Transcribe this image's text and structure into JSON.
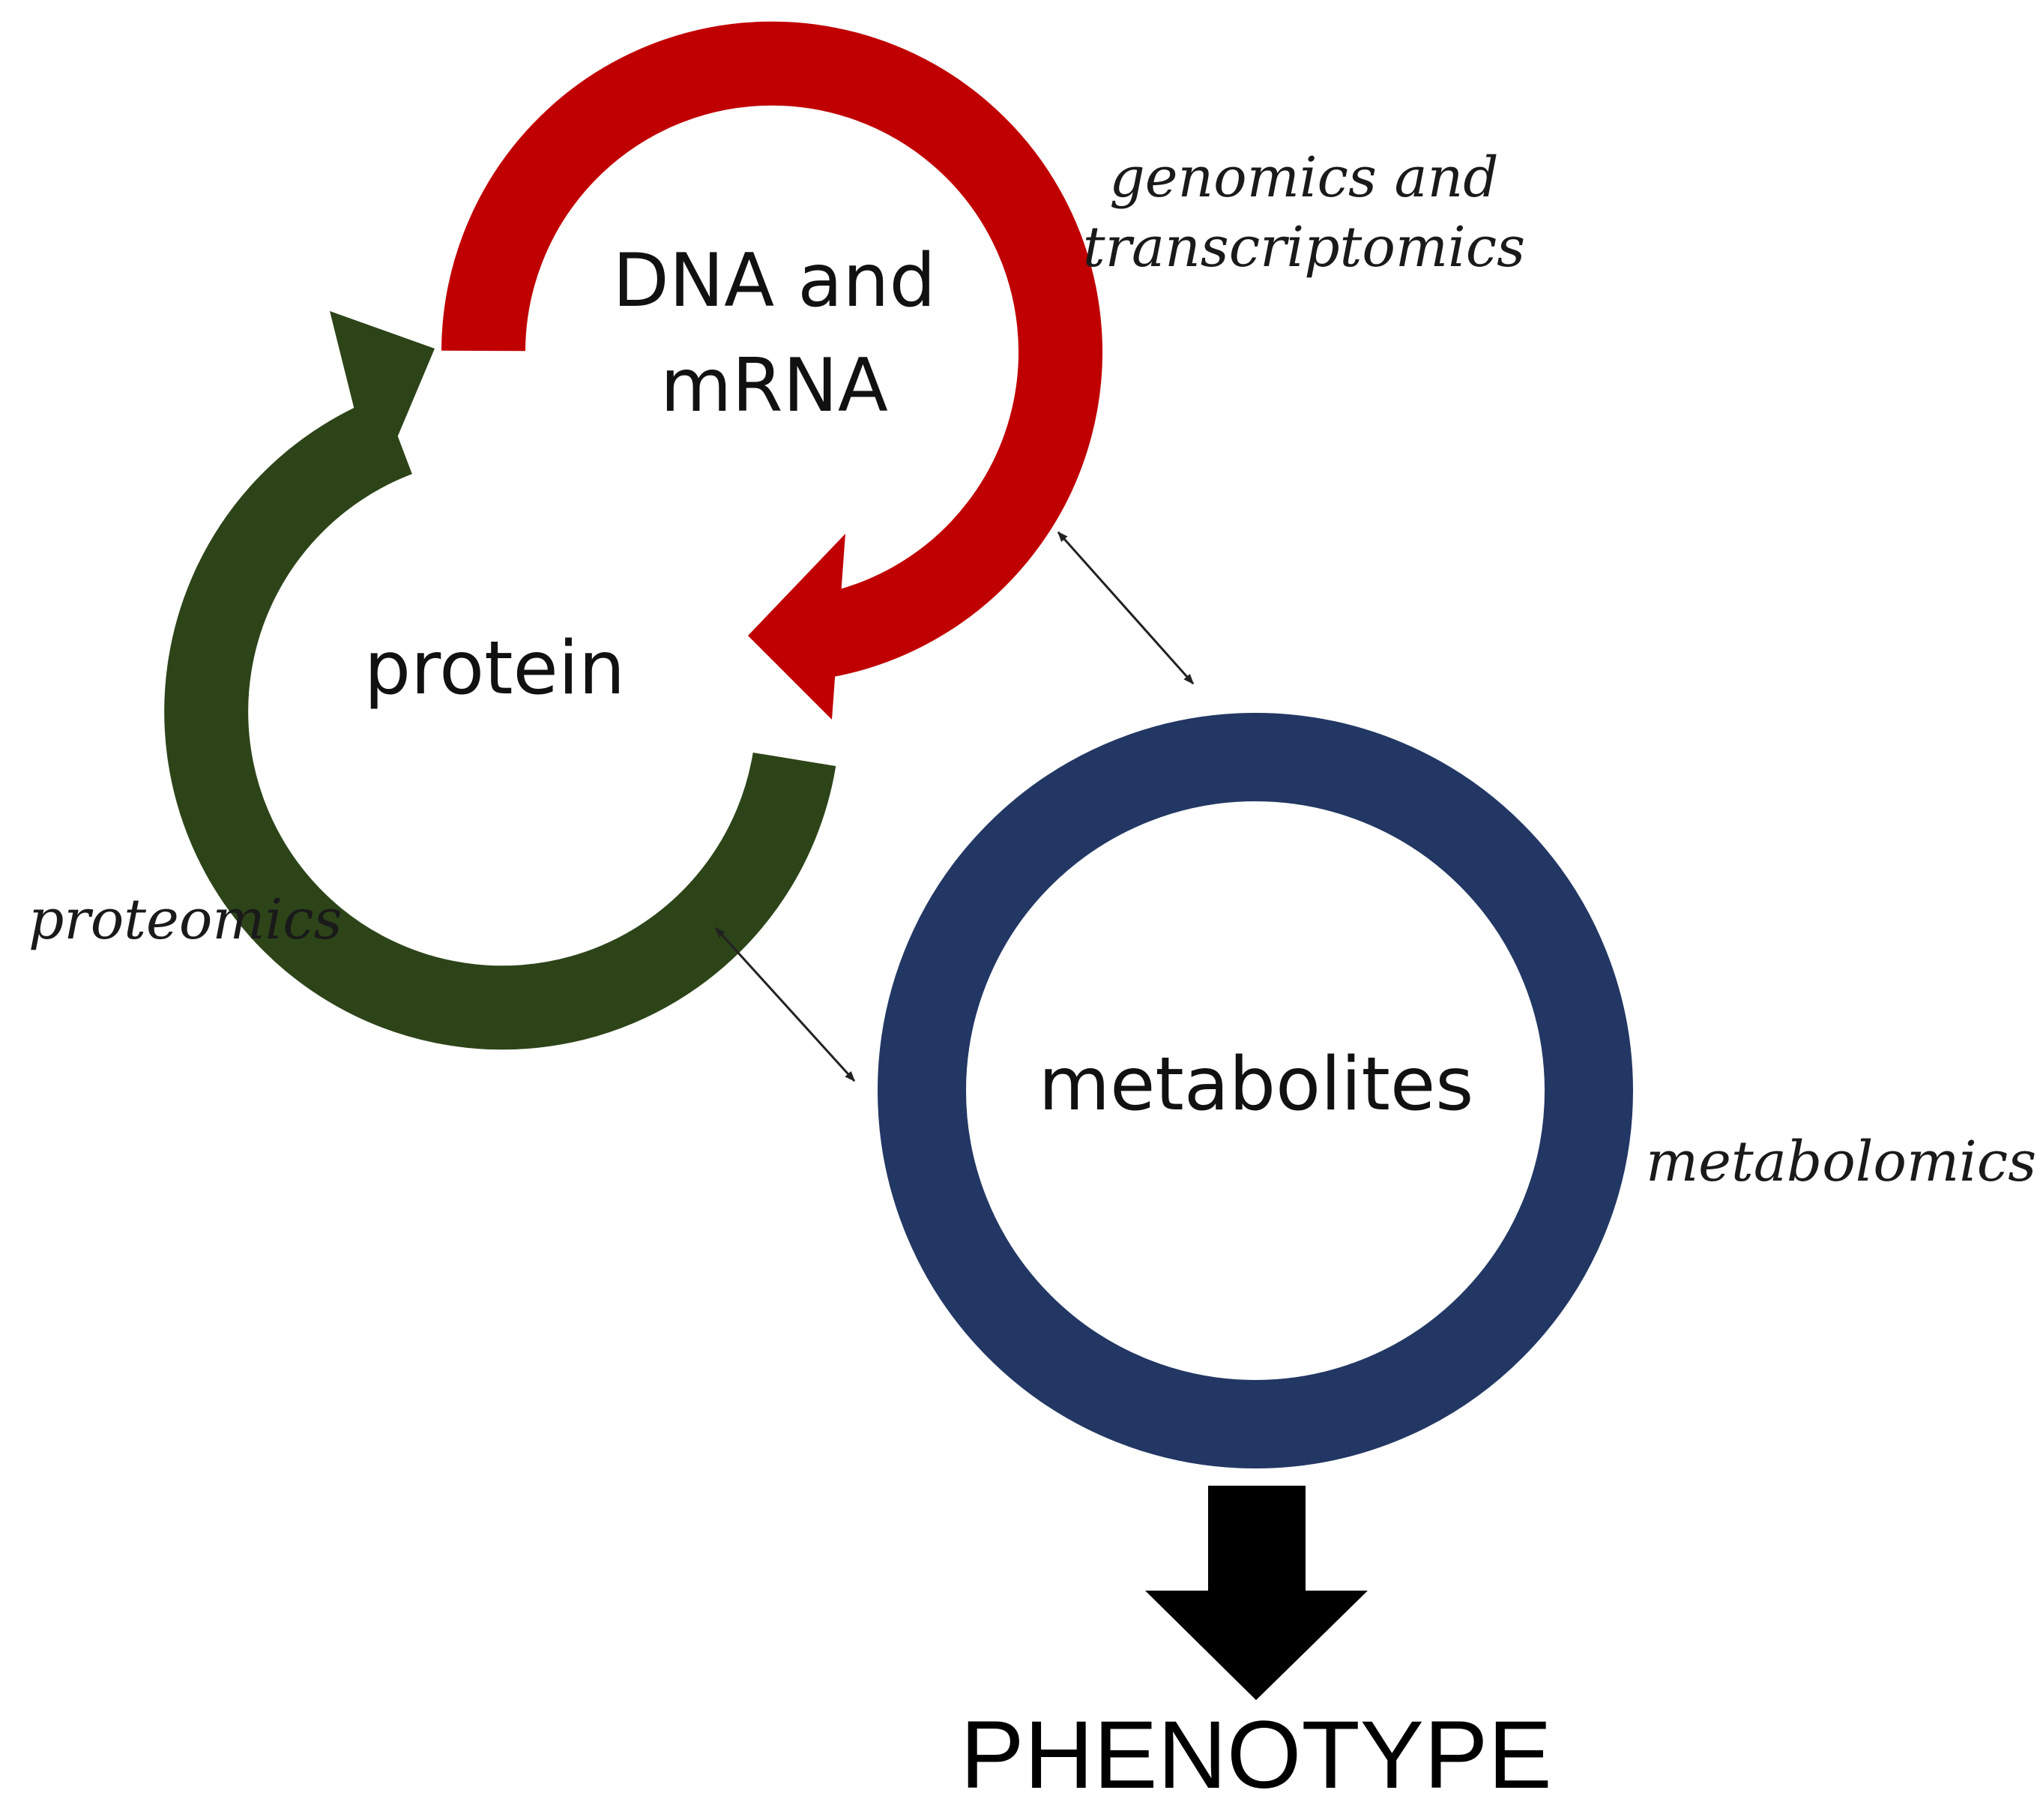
{
  "nodes": {
    "dna_line1": "DNA and",
    "dna_line2": "mRNA",
    "protein": "protein",
    "metabolites": "metabolites"
  },
  "omics": {
    "genomics_line1": "genomics and",
    "genomics_line2": "transcriptomics",
    "proteomics": "proteomics",
    "metabolomics": "metabolomics"
  },
  "outcome": {
    "phenotype": "PHENOTYPE"
  },
  "colors": {
    "dna_arrow": "#C00000",
    "protein_arrow": "#2D4419",
    "metabolite_ring": "#223763",
    "phenotype_arrow": "#000000",
    "connector": "#222222"
  }
}
